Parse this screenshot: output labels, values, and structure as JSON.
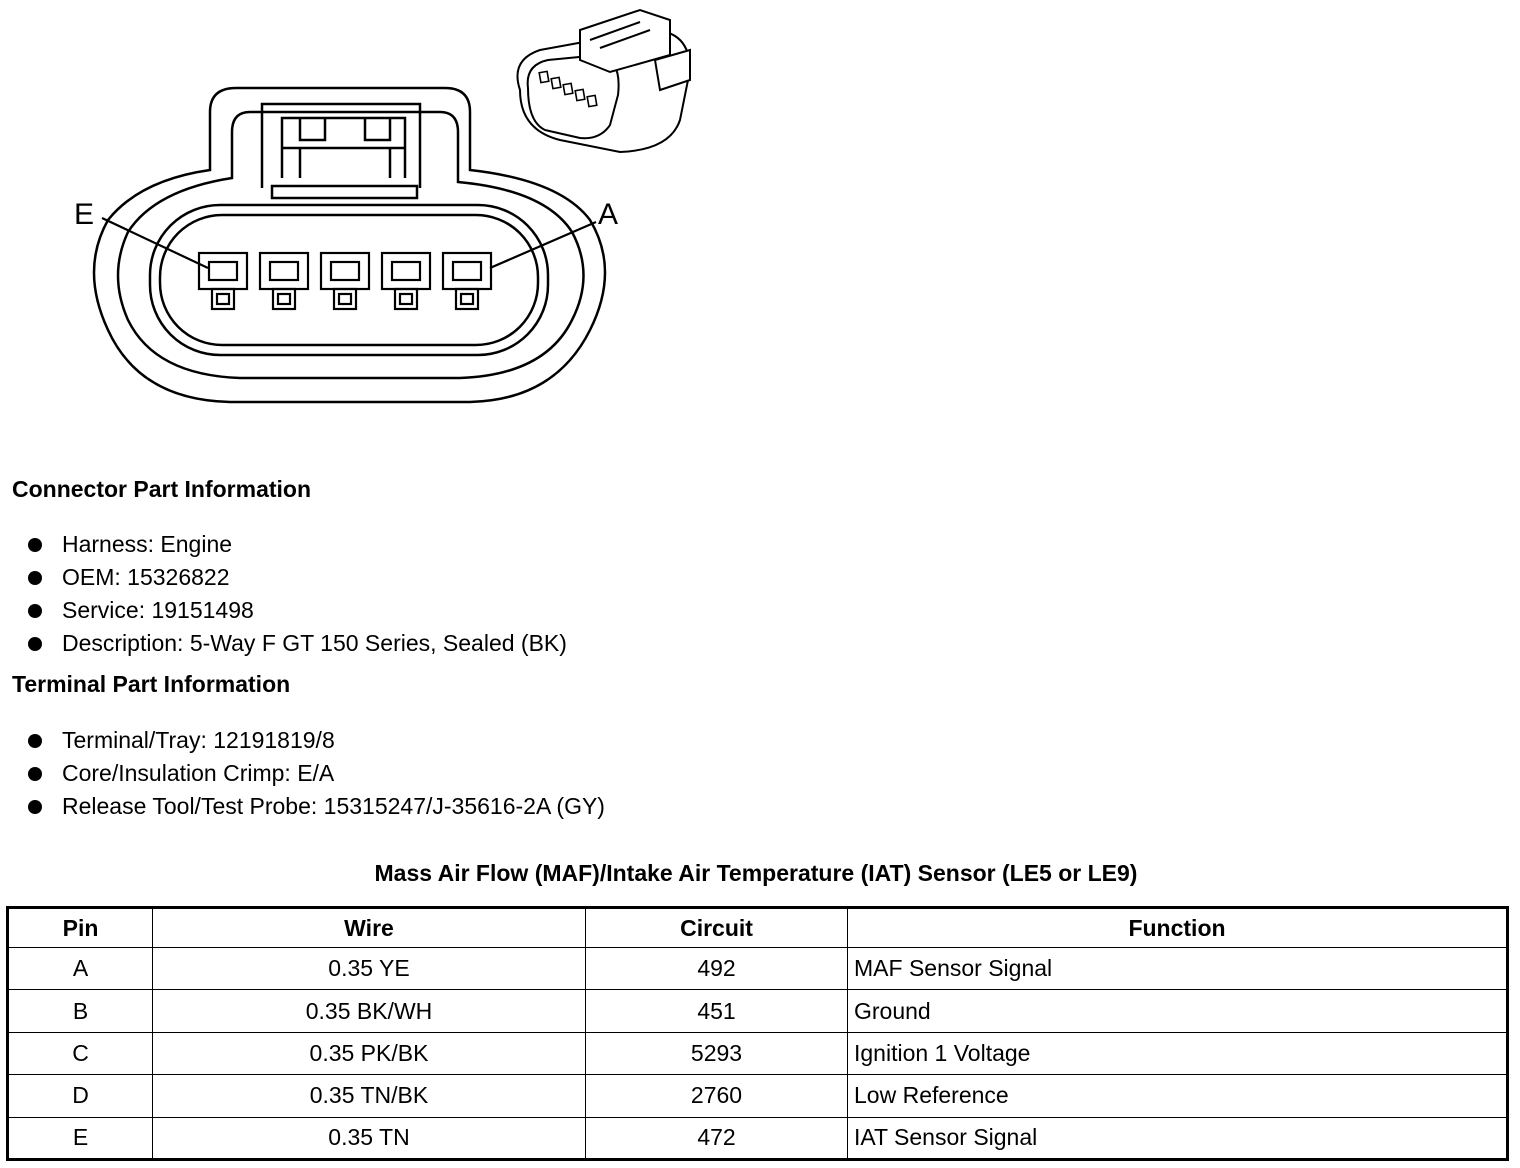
{
  "diagram": {
    "left_label": "E",
    "right_label": "A"
  },
  "connector_info": {
    "heading": "Connector Part Information",
    "items": [
      "Harness: Engine",
      "OEM: 15326822",
      "Service: 19151498",
      "Description: 5-Way F GT 150 Series, Sealed (BK)"
    ]
  },
  "terminal_info": {
    "heading": "Terminal Part Information",
    "items": [
      "Terminal/Tray: 12191819/8",
      "Core/Insulation Crimp: E/A",
      "Release Tool/Test Probe: 15315247/J-35616-2A (GY)"
    ]
  },
  "table": {
    "title": "Mass Air Flow (MAF)/Intake Air Temperature (IAT) Sensor (LE5 or LE9)",
    "headers": [
      "Pin",
      "Wire",
      "Circuit",
      "Function"
    ],
    "rows": [
      [
        "A",
        "0.35 YE",
        "492",
        "MAF Sensor Signal"
      ],
      [
        "B",
        "0.35 BK/WH",
        "451",
        "Ground"
      ],
      [
        "C",
        "0.35 PK/BK",
        "5293",
        "Ignition 1 Voltage"
      ],
      [
        "D",
        "0.35 TN/BK",
        "2760",
        "Low Reference"
      ],
      [
        "E",
        "0.35 TN",
        "472",
        "IAT Sensor Signal"
      ]
    ]
  }
}
